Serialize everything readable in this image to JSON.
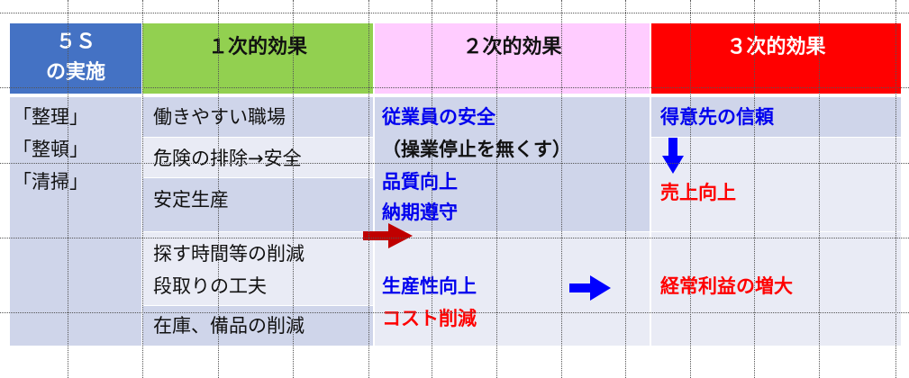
{
  "headers": {
    "col1_line1": "５Ｓ",
    "col1_line2": "の実施",
    "col2": "１次的効果",
    "col3": "２次的効果",
    "col4": "３次的効果"
  },
  "col1": {
    "items": [
      "「整理」",
      "「整頓」",
      "「清掃」"
    ]
  },
  "col2": {
    "rows": [
      "働きやすい職場",
      "危険の排除→安全",
      "安定生産",
      "探す時間等の削減",
      "段取りの工夫",
      "在庫、備品の削減"
    ]
  },
  "col3": {
    "top": [
      "従業員の安全",
      "（操業停止を無くす）",
      "品質向上",
      "納期遵守"
    ],
    "bottom": [
      "生産性向上",
      "コスト削減"
    ]
  },
  "col4": {
    "trust": "得意先の信頼",
    "sales": "売上向上",
    "profit": "経常利益の増大"
  },
  "colors": {
    "header1": "#4472c4",
    "header2": "#92d050",
    "header3": "#ffccff",
    "header4": "#ff0000",
    "cell_dark": "#cfd5ea",
    "cell_light": "#e9ebf5",
    "blue_text": "#0000ee",
    "red_text": "#ff0000",
    "arrow_dark_red": "#c00000",
    "arrow_blue": "#0000ff"
  }
}
